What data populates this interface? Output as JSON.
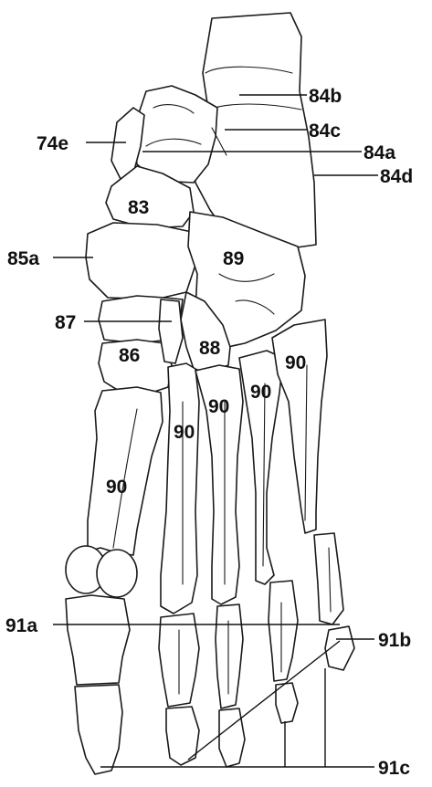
{
  "labels": {
    "l84b": "84b",
    "l84c": "84c",
    "l84a": "84a",
    "l84d": "84d",
    "l74e": "74e",
    "l83": "83",
    "l85a": "85a",
    "l89": "89",
    "l87": "87",
    "l86": "86",
    "l88": "88",
    "l90_meta1": "90",
    "l90_meta2": "90",
    "l90_meta3": "90",
    "l90_meta4": "90",
    "l90_meta5": "90",
    "l91a": "91a",
    "l91b": "91b",
    "l91c": "91c"
  },
  "colors": {
    "ink": "#1a1a1a",
    "background": "#ffffff"
  }
}
